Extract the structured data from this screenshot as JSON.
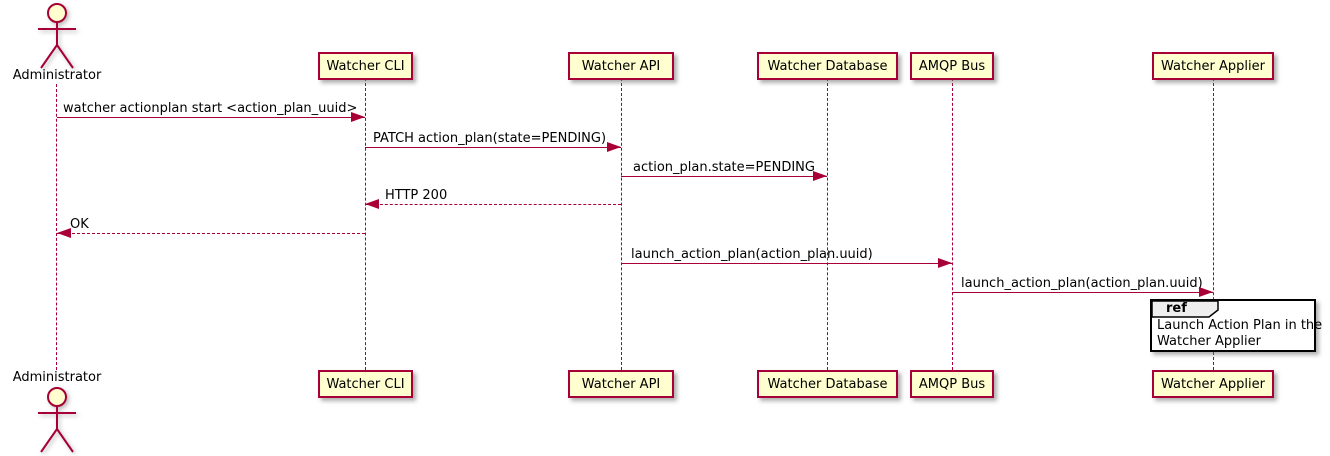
{
  "diagram_type": "sequence-diagram",
  "actor": {
    "name": "Administrator"
  },
  "participants": [
    {
      "label": "Watcher CLI"
    },
    {
      "label": "Watcher API"
    },
    {
      "label": "Watcher Database"
    },
    {
      "label": "AMQP Bus"
    },
    {
      "label": "Watcher Applier"
    }
  ],
  "messages": [
    {
      "text": "watcher actionplan start <action_plan_uuid>",
      "from": "Administrator",
      "to": "Watcher CLI",
      "line": "solid",
      "direction": "right"
    },
    {
      "text": "PATCH action_plan(state=PENDING)",
      "from": "Watcher CLI",
      "to": "Watcher API",
      "line": "solid",
      "direction": "right"
    },
    {
      "text": "action_plan.state=PENDING",
      "from": "Watcher API",
      "to": "Watcher Database",
      "line": "solid",
      "direction": "right"
    },
    {
      "text": "HTTP 200",
      "from": "Watcher API",
      "to": "Watcher CLI",
      "line": "dashed",
      "direction": "left"
    },
    {
      "text": "OK",
      "from": "Watcher CLI",
      "to": "Administrator",
      "line": "dashed",
      "direction": "left"
    },
    {
      "text": "launch_action_plan(action_plan.uuid)",
      "from": "Watcher API",
      "to": "AMQP Bus",
      "line": "solid",
      "direction": "right"
    },
    {
      "text": "launch_action_plan(action_plan.uuid)",
      "from": "AMQP Bus",
      "to": "Watcher Applier",
      "line": "solid",
      "direction": "right"
    }
  ],
  "ref_fragment": {
    "keyword": "ref",
    "line1": "Launch Action Plan in the",
    "line2": "Watcher Applier",
    "over": "Watcher Applier"
  },
  "colors": {
    "participant_fill": "#FEFECE",
    "border_and_arrows": "#A80036",
    "text": "#000000",
    "ref_header_fill": "#EEEEEE",
    "ref_border": "#000000",
    "background": "#FFFFFF"
  }
}
